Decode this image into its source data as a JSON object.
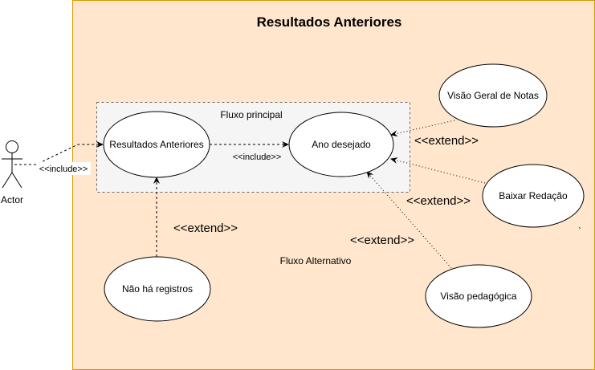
{
  "diagram": {
    "title": "Resultados Anteriores",
    "main_flow_label": "Fluxo principal",
    "alt_flow_label": "Fluxo Alternativo",
    "actor_label": "Actor",
    "stray_mark": "`",
    "use_cases": {
      "resultados": "Resultados Anteriores",
      "ano": "Ano desejado",
      "visao_geral": "Visão Geral de Notas",
      "baixar": "Baixar Redação",
      "pedagogica": "Visão pedagógica",
      "nao_ha": "Não há registros"
    },
    "relations": {
      "include_actor": "<<include>>",
      "include_main": "<<include>>",
      "extend_visao_geral": "<<extend>>",
      "extend_baixar": "<<extend>>",
      "extend_pedagogica": "<<extend>>",
      "extend_nao_ha": "<<extend>>"
    },
    "colors": {
      "boundary_fill": "#ffe6cc",
      "boundary_stroke": "#d79b00",
      "flow_fill": "#f5f5f5",
      "flow_stroke": "#666666",
      "ellipse_fill": "#ffffff",
      "line": "#000000"
    }
  }
}
